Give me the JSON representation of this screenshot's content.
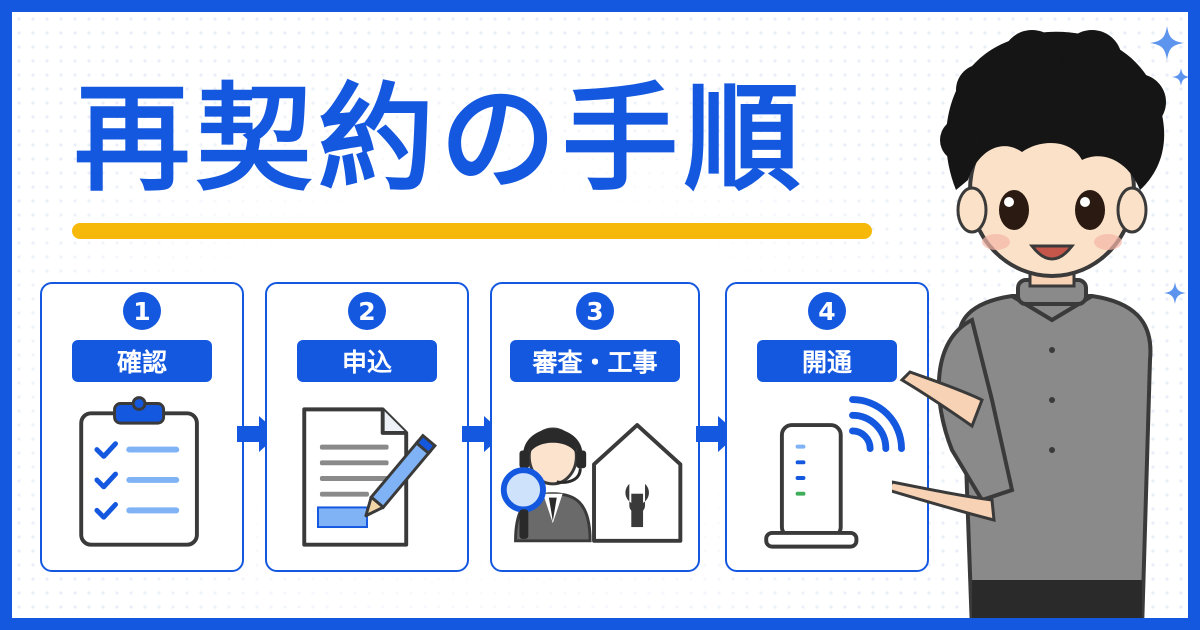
{
  "title": "再契約の手順",
  "steps": [
    {
      "number": "1",
      "label": "確認",
      "icon": "clipboard-checklist-icon"
    },
    {
      "number": "2",
      "label": "申込",
      "icon": "document-pencil-icon"
    },
    {
      "number": "3",
      "label": "審査・工事",
      "icon": "operator-house-wrench-icon"
    },
    {
      "number": "4",
      "label": "開通",
      "icon": "wifi-router-icon"
    }
  ],
  "colors": {
    "primary": "#1558e0",
    "accent_underline": "#f6b90a",
    "background": "#ffffff",
    "icon_light_blue": "#7fb3f5"
  },
  "character": {
    "icon": "pointing-boy-illustration"
  }
}
